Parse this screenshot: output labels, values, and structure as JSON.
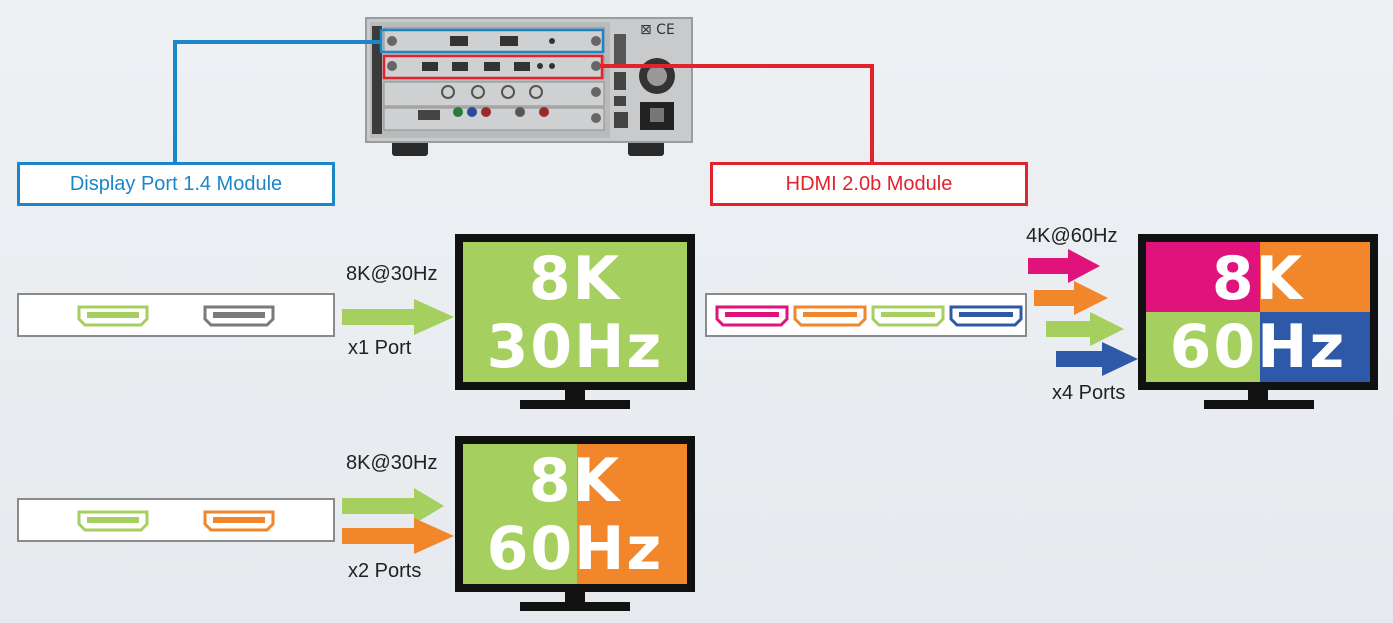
{
  "modules": {
    "displayport_label": "Display Port 1.4 Module",
    "hdmi_label": "HDMI 2.0b Module"
  },
  "rows": {
    "dp_single": {
      "top_caption": "8K@30Hz",
      "bottom_caption": "x1 Port",
      "line1": "8K",
      "line2": "30Hz"
    },
    "dp_dual": {
      "top_caption": "8K@30Hz",
      "bottom_caption": "x2 Ports",
      "line1": "8K",
      "line2": "60Hz"
    },
    "hdmi_quad": {
      "top_caption": "4K@60Hz",
      "bottom_caption": "x4 Ports",
      "quad_tl": "8",
      "quad_tr": "K",
      "quad_bl": "60",
      "quad_br": "Hz"
    }
  },
  "colors": {
    "dp_blue": "#1d86c8",
    "hdmi_red": "#e3232c",
    "green": "#a5cf5f",
    "orange": "#f2862a",
    "magenta": "#e0127c",
    "blue": "#2e59a8",
    "gray_port": "#7a7a7a"
  }
}
